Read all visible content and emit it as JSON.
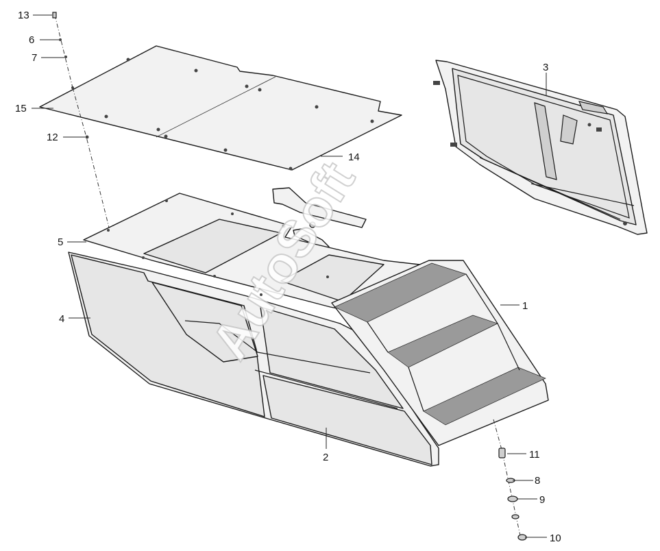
{
  "callouts": {
    "c13": "13",
    "c6": "6",
    "c7": "7",
    "c15": "15",
    "c12": "12",
    "c14": "14",
    "c3": "3",
    "c5": "5",
    "c4": "4",
    "c1": "1",
    "c2": "2",
    "c11": "11",
    "c8": "8",
    "c9": "9",
    "c10": "10"
  },
  "watermark": "AutoSoft"
}
